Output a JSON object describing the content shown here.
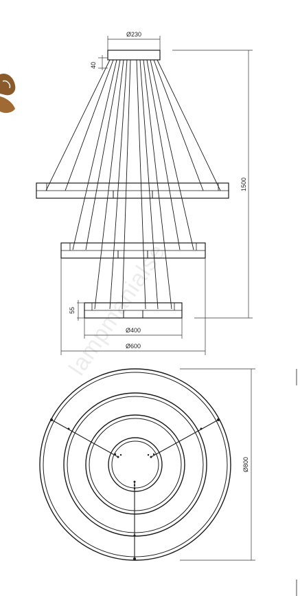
{
  "drawing": {
    "dimensions": {
      "canopy_diameter": "Ø230",
      "canopy_height": "40",
      "total_height": "1500",
      "ring_height": "55",
      "small_ring_diameter": "Ø400",
      "middle_ring_diameter": "Ø600",
      "top_view_diameter": "Ø800"
    },
    "watermark": "lampmanialse",
    "colors": {
      "line": "#1a1a1a",
      "background": "#ffffff",
      "logo": "#8b5a2b"
    },
    "logo_icon": "brand-swirl-logo-icon"
  }
}
